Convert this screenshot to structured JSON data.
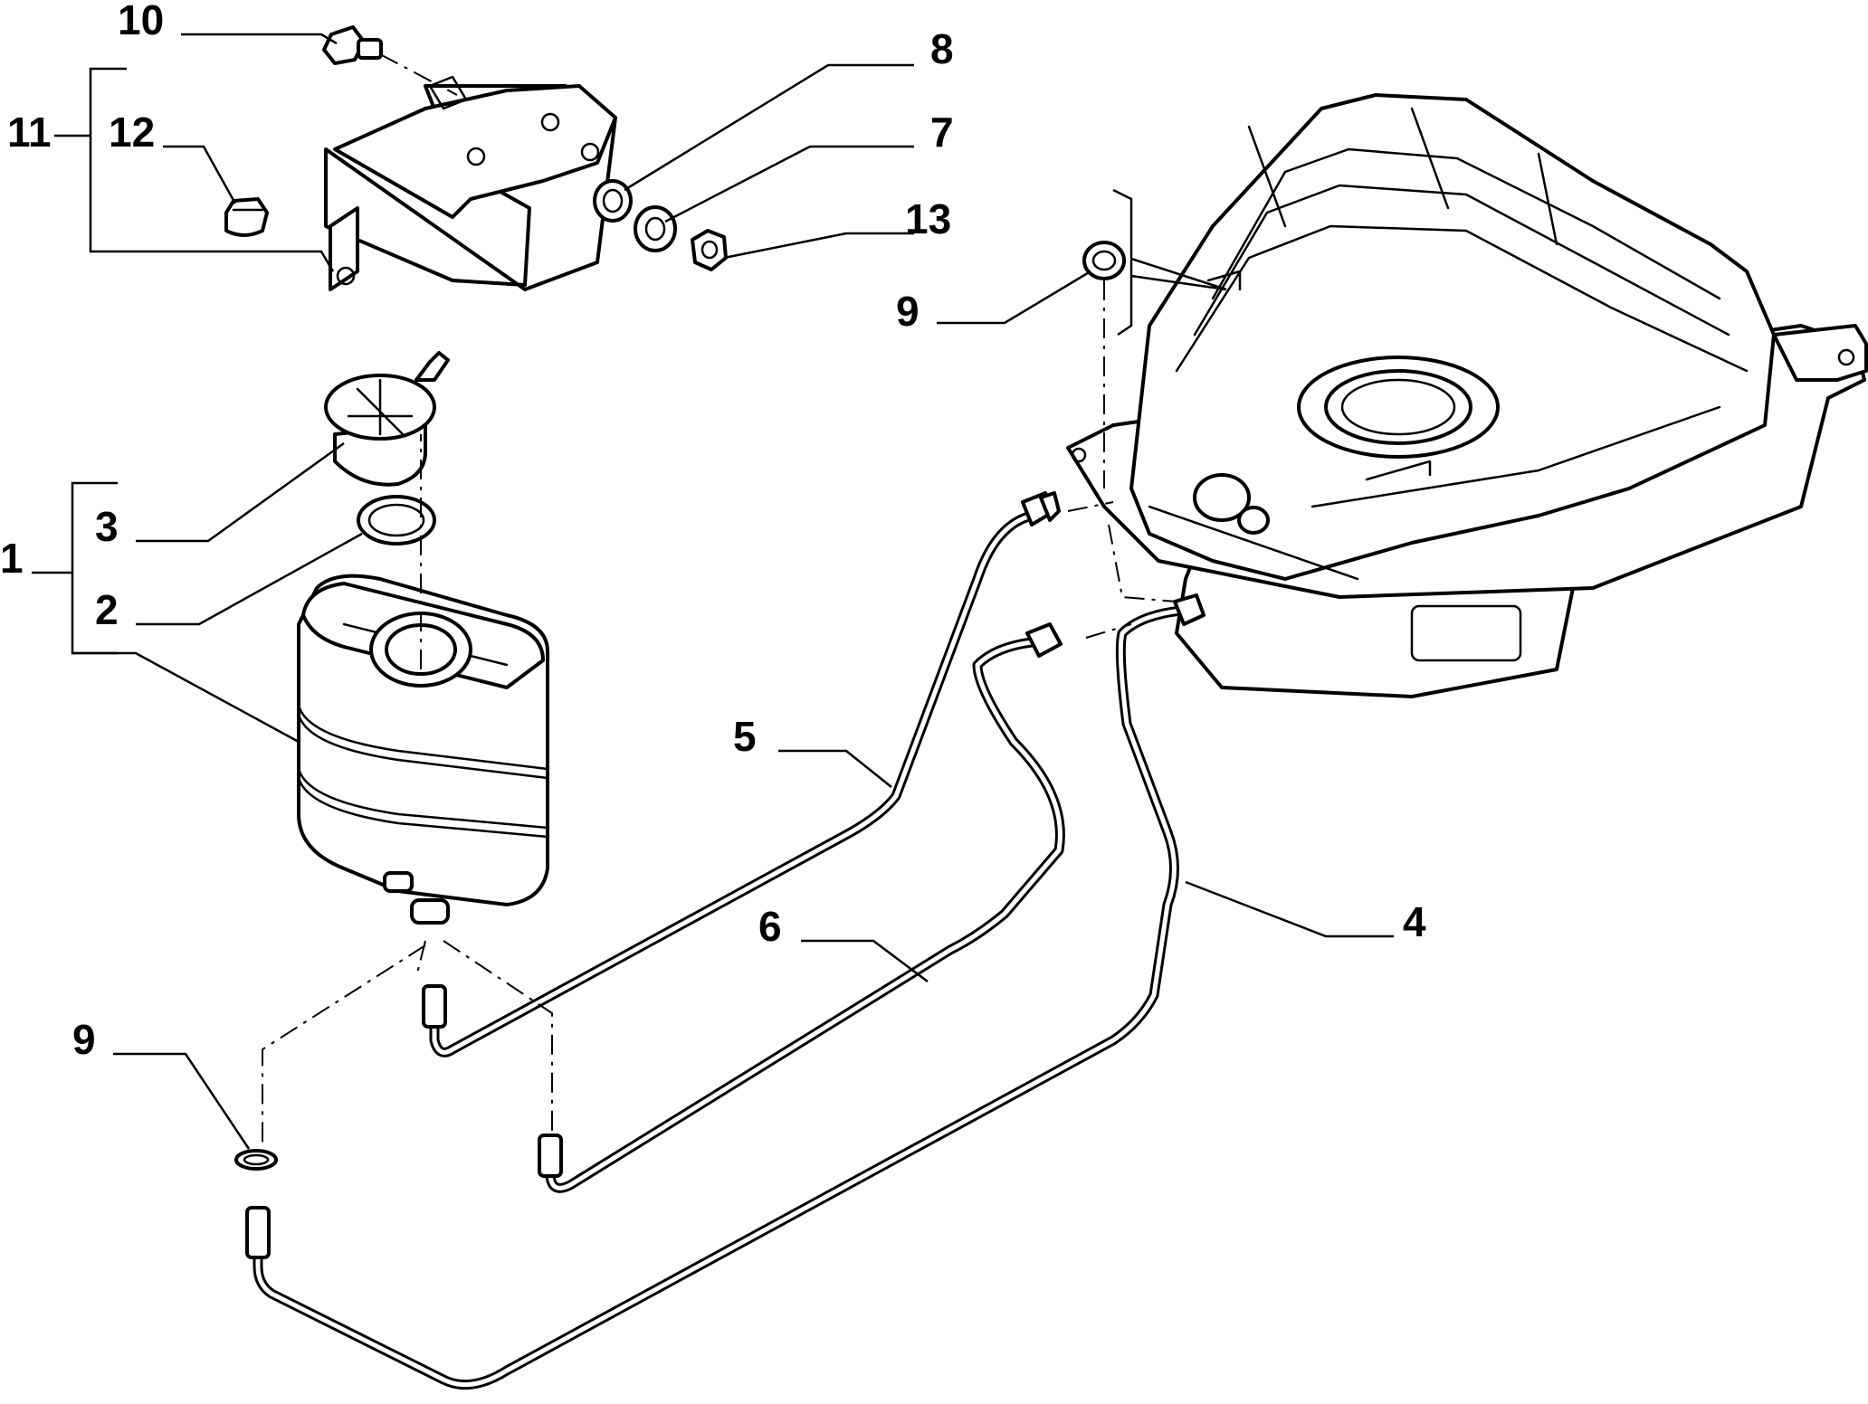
{
  "diagram": {
    "callouts": [
      {
        "id": "10",
        "text": "10"
      },
      {
        "id": "11",
        "text": "11"
      },
      {
        "id": "12",
        "text": "12"
      },
      {
        "id": "8",
        "text": "8"
      },
      {
        "id": "7",
        "text": "7"
      },
      {
        "id": "13",
        "text": "13"
      },
      {
        "id": "9a",
        "text": "9"
      },
      {
        "id": "3",
        "text": "3"
      },
      {
        "id": "1",
        "text": "1"
      },
      {
        "id": "2",
        "text": "2"
      },
      {
        "id": "5",
        "text": "5"
      },
      {
        "id": "6",
        "text": "6"
      },
      {
        "id": "4",
        "text": "4"
      },
      {
        "id": "9b",
        "text": "9"
      }
    ]
  }
}
